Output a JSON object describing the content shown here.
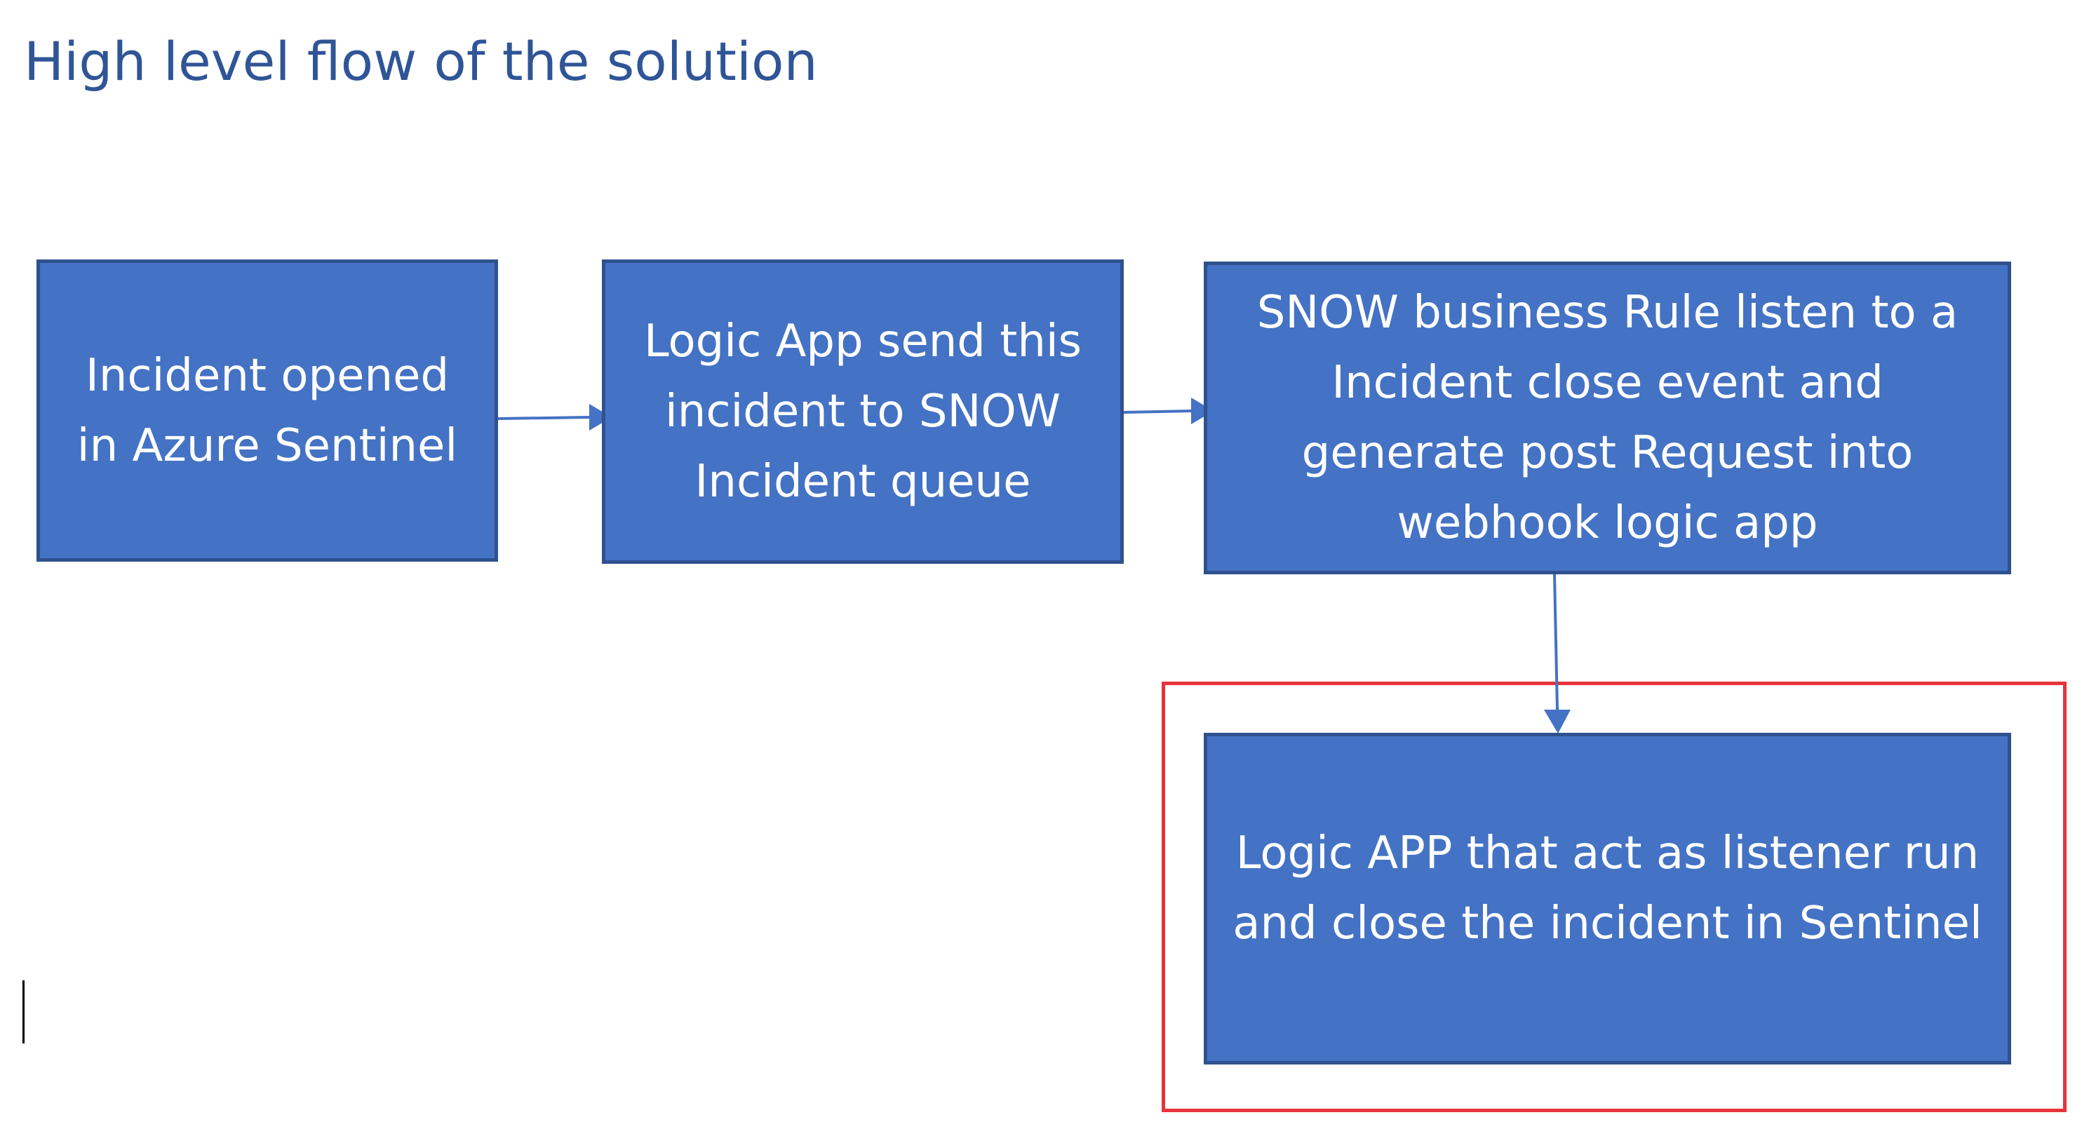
{
  "title": "High level flow of the solution",
  "colors": {
    "title": "#2f5597",
    "box_fill": "#4472c4",
    "box_border": "#2f528f",
    "box_text": "#ffffff",
    "arrow": "#4472c4",
    "highlight": "#e8333b"
  },
  "steps": [
    {
      "id": "step-1",
      "text": "Incident opened\nin Azure Sentinel"
    },
    {
      "id": "step-2",
      "text": "Logic App send this\nincident to SNOW\nIncident queue"
    },
    {
      "id": "step-3",
      "text": "SNOW business Rule listen to a\nIncident close event and\ngenerate post Request into\nwebhook logic app"
    },
    {
      "id": "step-4",
      "text": "Logic APP that act as listener run\nand close the incident in Sentinel",
      "highlighted": true
    }
  ],
  "connections": [
    {
      "from": "step-1",
      "to": "step-2"
    },
    {
      "from": "step-2",
      "to": "step-3"
    },
    {
      "from": "step-3",
      "to": "step-4"
    }
  ]
}
